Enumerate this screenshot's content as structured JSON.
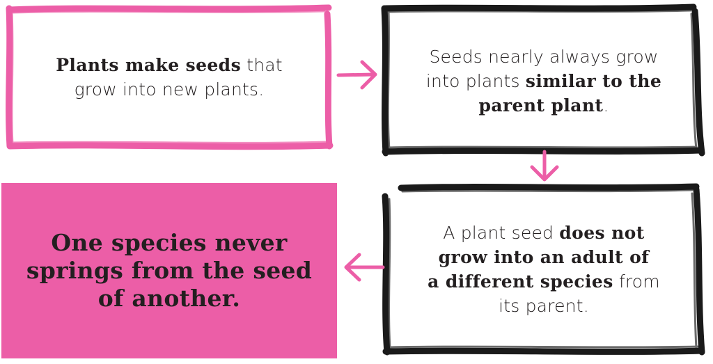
{
  "colors": {
    "pink": "#ec5ea7",
    "black": "#1a1a1a"
  },
  "steps": [
    {
      "line1_bold": "Plants make seeds",
      "line1_plain": " that",
      "line2": "grow into new plants."
    },
    {
      "line1": "Seeds nearly always grow",
      "line2_plain": "into plants ",
      "line2_bold": "similar to the",
      "line3_bold": "parent plant",
      "line3_plain": "."
    },
    {
      "line1_plain": "A plant seed ",
      "line1_bold": "does not",
      "line2_bold": "grow into an adult of",
      "line3_bold": "a different species",
      "line3_plain": " from",
      "line4": "its parent."
    },
    {
      "line1": "One species never",
      "line2": "springs from the seed",
      "line3": "of another."
    }
  ],
  "arrows": [
    {
      "from": "step1",
      "to": "step2",
      "direction": "right",
      "color": "pink"
    },
    {
      "from": "step2",
      "to": "step3",
      "direction": "down",
      "color": "pink"
    },
    {
      "from": "step3",
      "to": "step4",
      "direction": "left",
      "color": "pink"
    }
  ]
}
